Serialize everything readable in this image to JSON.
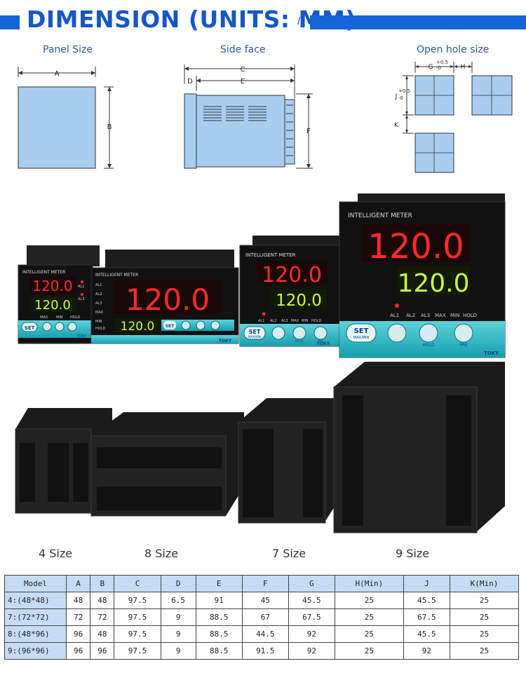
{
  "header": {
    "title": "DIMENSION (UNITS: MM)",
    "slash": "/"
  },
  "diagrams": {
    "panel": {
      "label": "Panel Size",
      "dim_a": "A",
      "dim_b": "B"
    },
    "side": {
      "label": "Side face",
      "dim_c": "C",
      "dim_d": "D",
      "dim_e": "E",
      "dim_f": "F"
    },
    "hole": {
      "label": "Open hole size",
      "dim_g": "G",
      "tol_g_plus": "+0.5",
      "tol_g_minus": "-0",
      "dim_h": "H",
      "dim_j": "J",
      "tol_j_plus": "+0.5",
      "tol_j_minus": "-0",
      "dim_k": "K"
    }
  },
  "meters": {
    "title": "INTELLIGENT  METER",
    "pv": "120.0",
    "sv": "120.0",
    "brand": "TOKY",
    "set": "SET",
    "indicators": [
      "AL1",
      "AL2",
      "AL3",
      "MAX",
      "MIN",
      "HOLD"
    ],
    "indicators_small": [
      "MAX",
      "MIN",
      "HOLD"
    ],
    "small_al": [
      "AL1",
      "AL3"
    ],
    "btn_hold": "HOLD",
    "btn_pre": "PRE",
    "btn_sub": "MAX/MIN"
  },
  "size_labels": [
    "4 Size",
    "8 Size",
    "7 Size",
    "9 Size"
  ],
  "table": {
    "headers": [
      "Model",
      "A",
      "B",
      "C",
      "D",
      "E",
      "F",
      "G",
      "H(Min)",
      "J",
      "K(Min)"
    ],
    "rows": [
      [
        "4:(48*48)",
        "48",
        "48",
        "97.5",
        "6.5",
        "91",
        "45",
        "45.5",
        "25",
        "45.5",
        "25"
      ],
      [
        "7:(72*72)",
        "72",
        "72",
        "97.5",
        "9",
        "88.5",
        "67",
        "67.5",
        "25",
        "67.5",
        "25"
      ],
      [
        "8:(48*96)",
        "96",
        "48",
        "97.5",
        "9",
        "88.5",
        "44.5",
        "92",
        "25",
        "45.5",
        "25"
      ],
      [
        "9:(96*96)",
        "96",
        "96",
        "97.5",
        "9",
        "88.5",
        "91.5",
        "92",
        "25",
        "92",
        "25"
      ]
    ]
  },
  "colors": {
    "accent": "#1565d8",
    "diagram_fill": "#a9cdee",
    "table_header": "#c6dcf5",
    "led_red": "#ff2a2a",
    "led_green": "#c8ff3a",
    "teal_bezel": "#1fb7c4"
  }
}
